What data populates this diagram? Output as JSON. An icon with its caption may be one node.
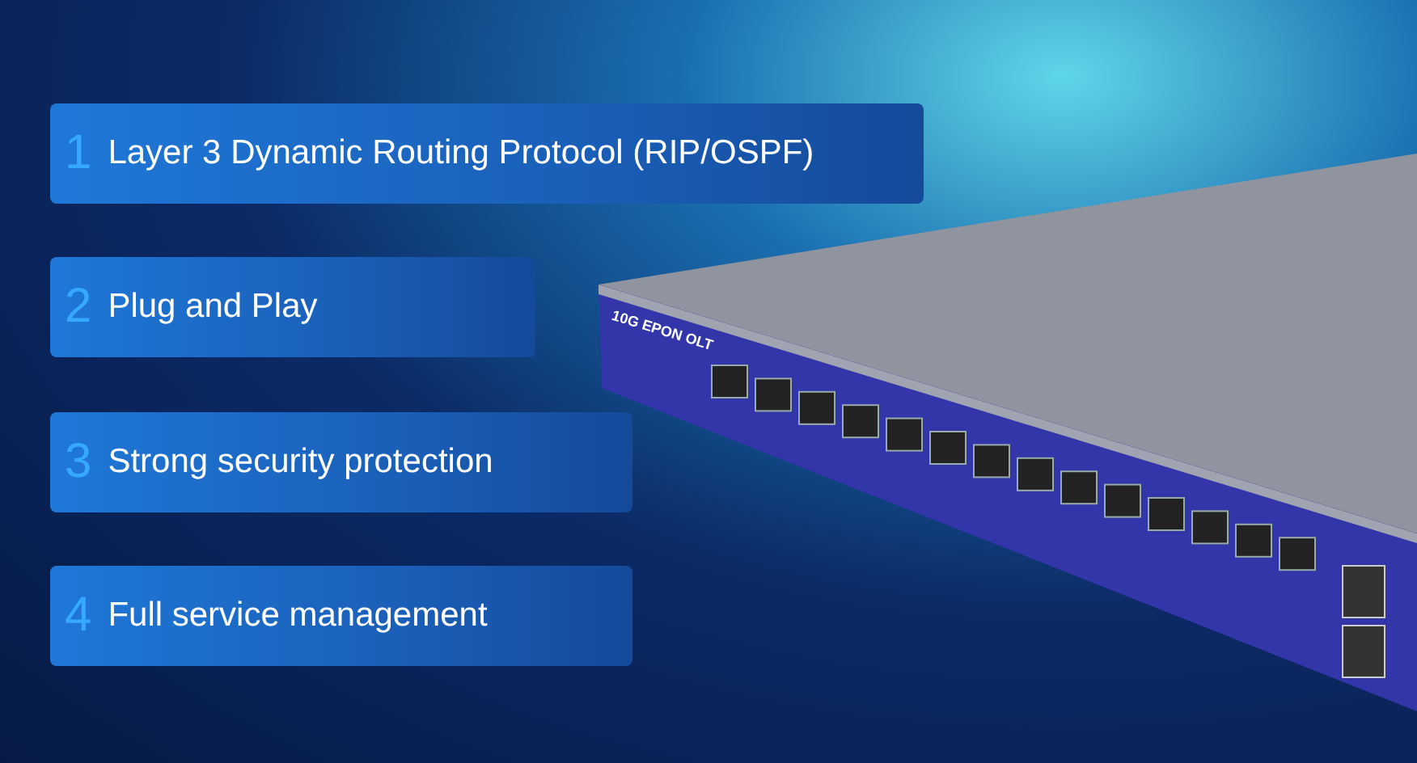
{
  "diagram": {
    "nodes": [
      {
        "text": [
          "1",
          "Layer 3 Dynamic Routing Protocol (RIP/OSPF)"
        ]
      },
      {
        "text": [
          "2",
          "Plug and Play"
        ]
      },
      {
        "text": [
          "3",
          "Strong security protection"
        ]
      },
      {
        "text": [
          "4",
          "Full service management"
        ]
      }
    ],
    "labels": [
      "10G EPON OLT"
    ]
  }
}
